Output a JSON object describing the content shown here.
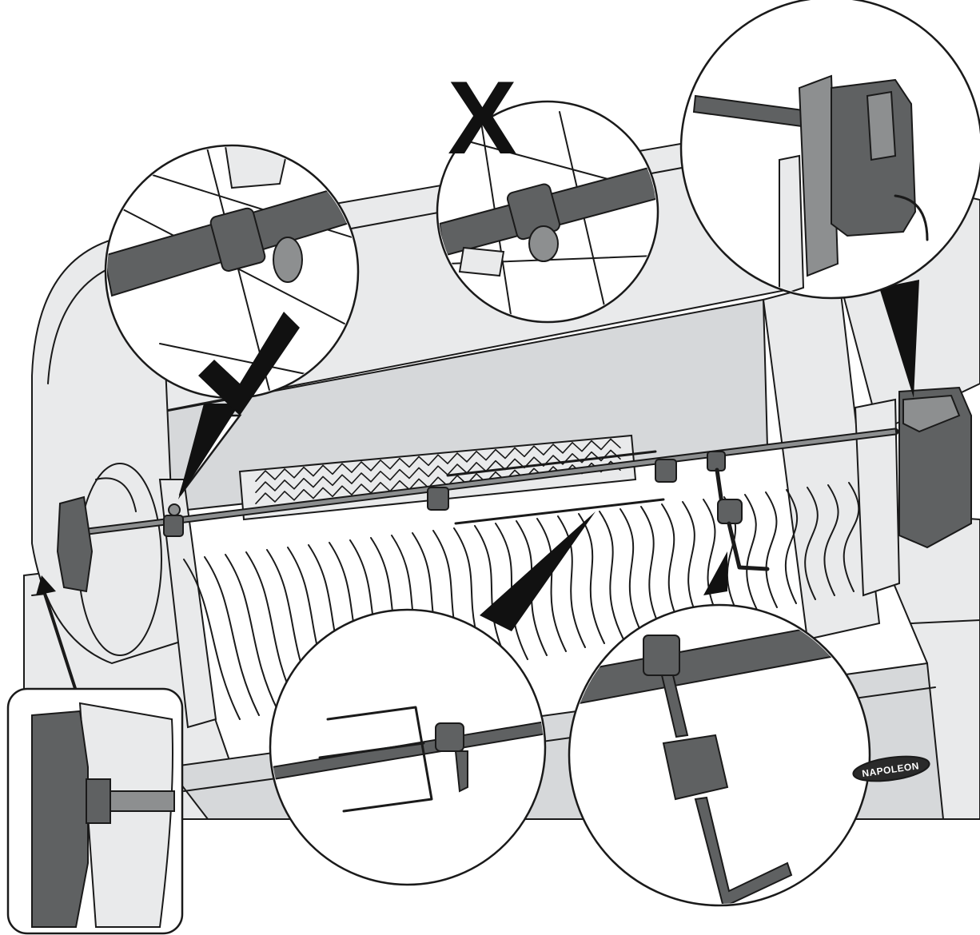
{
  "illustration": {
    "marks": {
      "incorrect": "X",
      "correct": "check-mark"
    },
    "brand_logo_text": "NAPOLEON",
    "colors": {
      "outline": "#1a1a1a",
      "steel_light": "#e9eaeb",
      "steel": "#d6d8da",
      "rod_dark": "#5f6162",
      "rod_mid": "#8d8f90",
      "background": "#ffffff"
    },
    "icons": [
      "check-icon",
      "cross-icon",
      "arrow-icon",
      "leader-pointer-icon"
    ]
  }
}
